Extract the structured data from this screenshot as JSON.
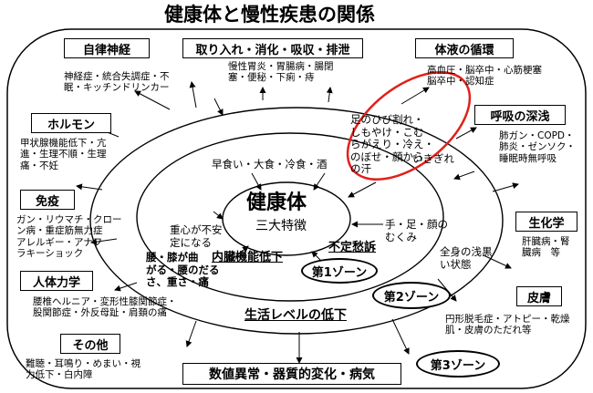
{
  "title": "健康体と慢性疾患の関係",
  "center": {
    "title": "健康体",
    "subtitle": "三大特徴"
  },
  "categories": {
    "autonomic": "自律神経",
    "intake": "取り入れ・消化・吸収・排泄",
    "fluid": "体液の循環",
    "hormone": "ホルモン",
    "breathing": "呼吸の深浅",
    "immunity": "免疫",
    "biochem": "生化学",
    "mechanics": "人体力学",
    "skin": "皮膚",
    "other": "その他",
    "bottom": "数値異常・器質的変化・病気"
  },
  "diseases": {
    "autonomic": [
      "神経症・統合失調症・不",
      "眠・キッチンドリンカー"
    ],
    "intake": [
      "慢性胃炎・胃腸病・腸閉",
      "塞・便秘・下痢・痔"
    ],
    "fluid": [
      "高血圧・脳卒中・心筋梗塞",
      "脳卒中・認知症"
    ],
    "hormone": [
      "甲状腺機能低下・亢",
      "進・生理不順・生理",
      "痛・不妊"
    ],
    "breathing": [
      "肺ガン・COPD・",
      "肺炎・ゼンソク・",
      "睡眠時無呼吸"
    ],
    "immunity": [
      "ガン・リウマチ・クロー",
      "ン病・重症筋無力症",
      "アレルギー・アナフ",
      "ラキーショック"
    ],
    "biochem": [
      "肝臓病・腎",
      "臓病　等"
    ],
    "mechanics": [
      "腰椎ヘルニア・変形性膝関節症・",
      "股関節症・外反母趾・肩頚の痛"
    ],
    "skin": [
      "円形脱毛症・アトピー・乾燥",
      "肌・皮膚のただれ等"
    ],
    "other": [
      "難聴・耳鳴り・めまい・視",
      "力低下・白内障"
    ]
  },
  "inner": {
    "food": "早食い・大食・冷食・酒",
    "breath": "いきぎれ",
    "highlight": [
      "足のひび割れ・",
      "しもやけ・こむ",
      "らがえり・冷え・",
      "のぼせ・顔から",
      "の汗"
    ],
    "swelling": [
      "手・足・顔の",
      "むくみ"
    ],
    "instability": [
      "重心が不安",
      "定になる"
    ],
    "waist": [
      "腰・膝が曲",
      "がる・腰のだる",
      "さ、重さ・痛"
    ],
    "shortness": [
      "全身の浅黒",
      "い状態"
    ],
    "organ_decline": "内臓機能低下",
    "complaints": "不定愁訴",
    "life_level": "生活レベルの低下"
  },
  "zones": [
    "第1ゾーン",
    "第2ゾーン",
    "第3ゾーン"
  ],
  "colors": {
    "highlight": "#e0211b",
    "line": "#000000"
  }
}
